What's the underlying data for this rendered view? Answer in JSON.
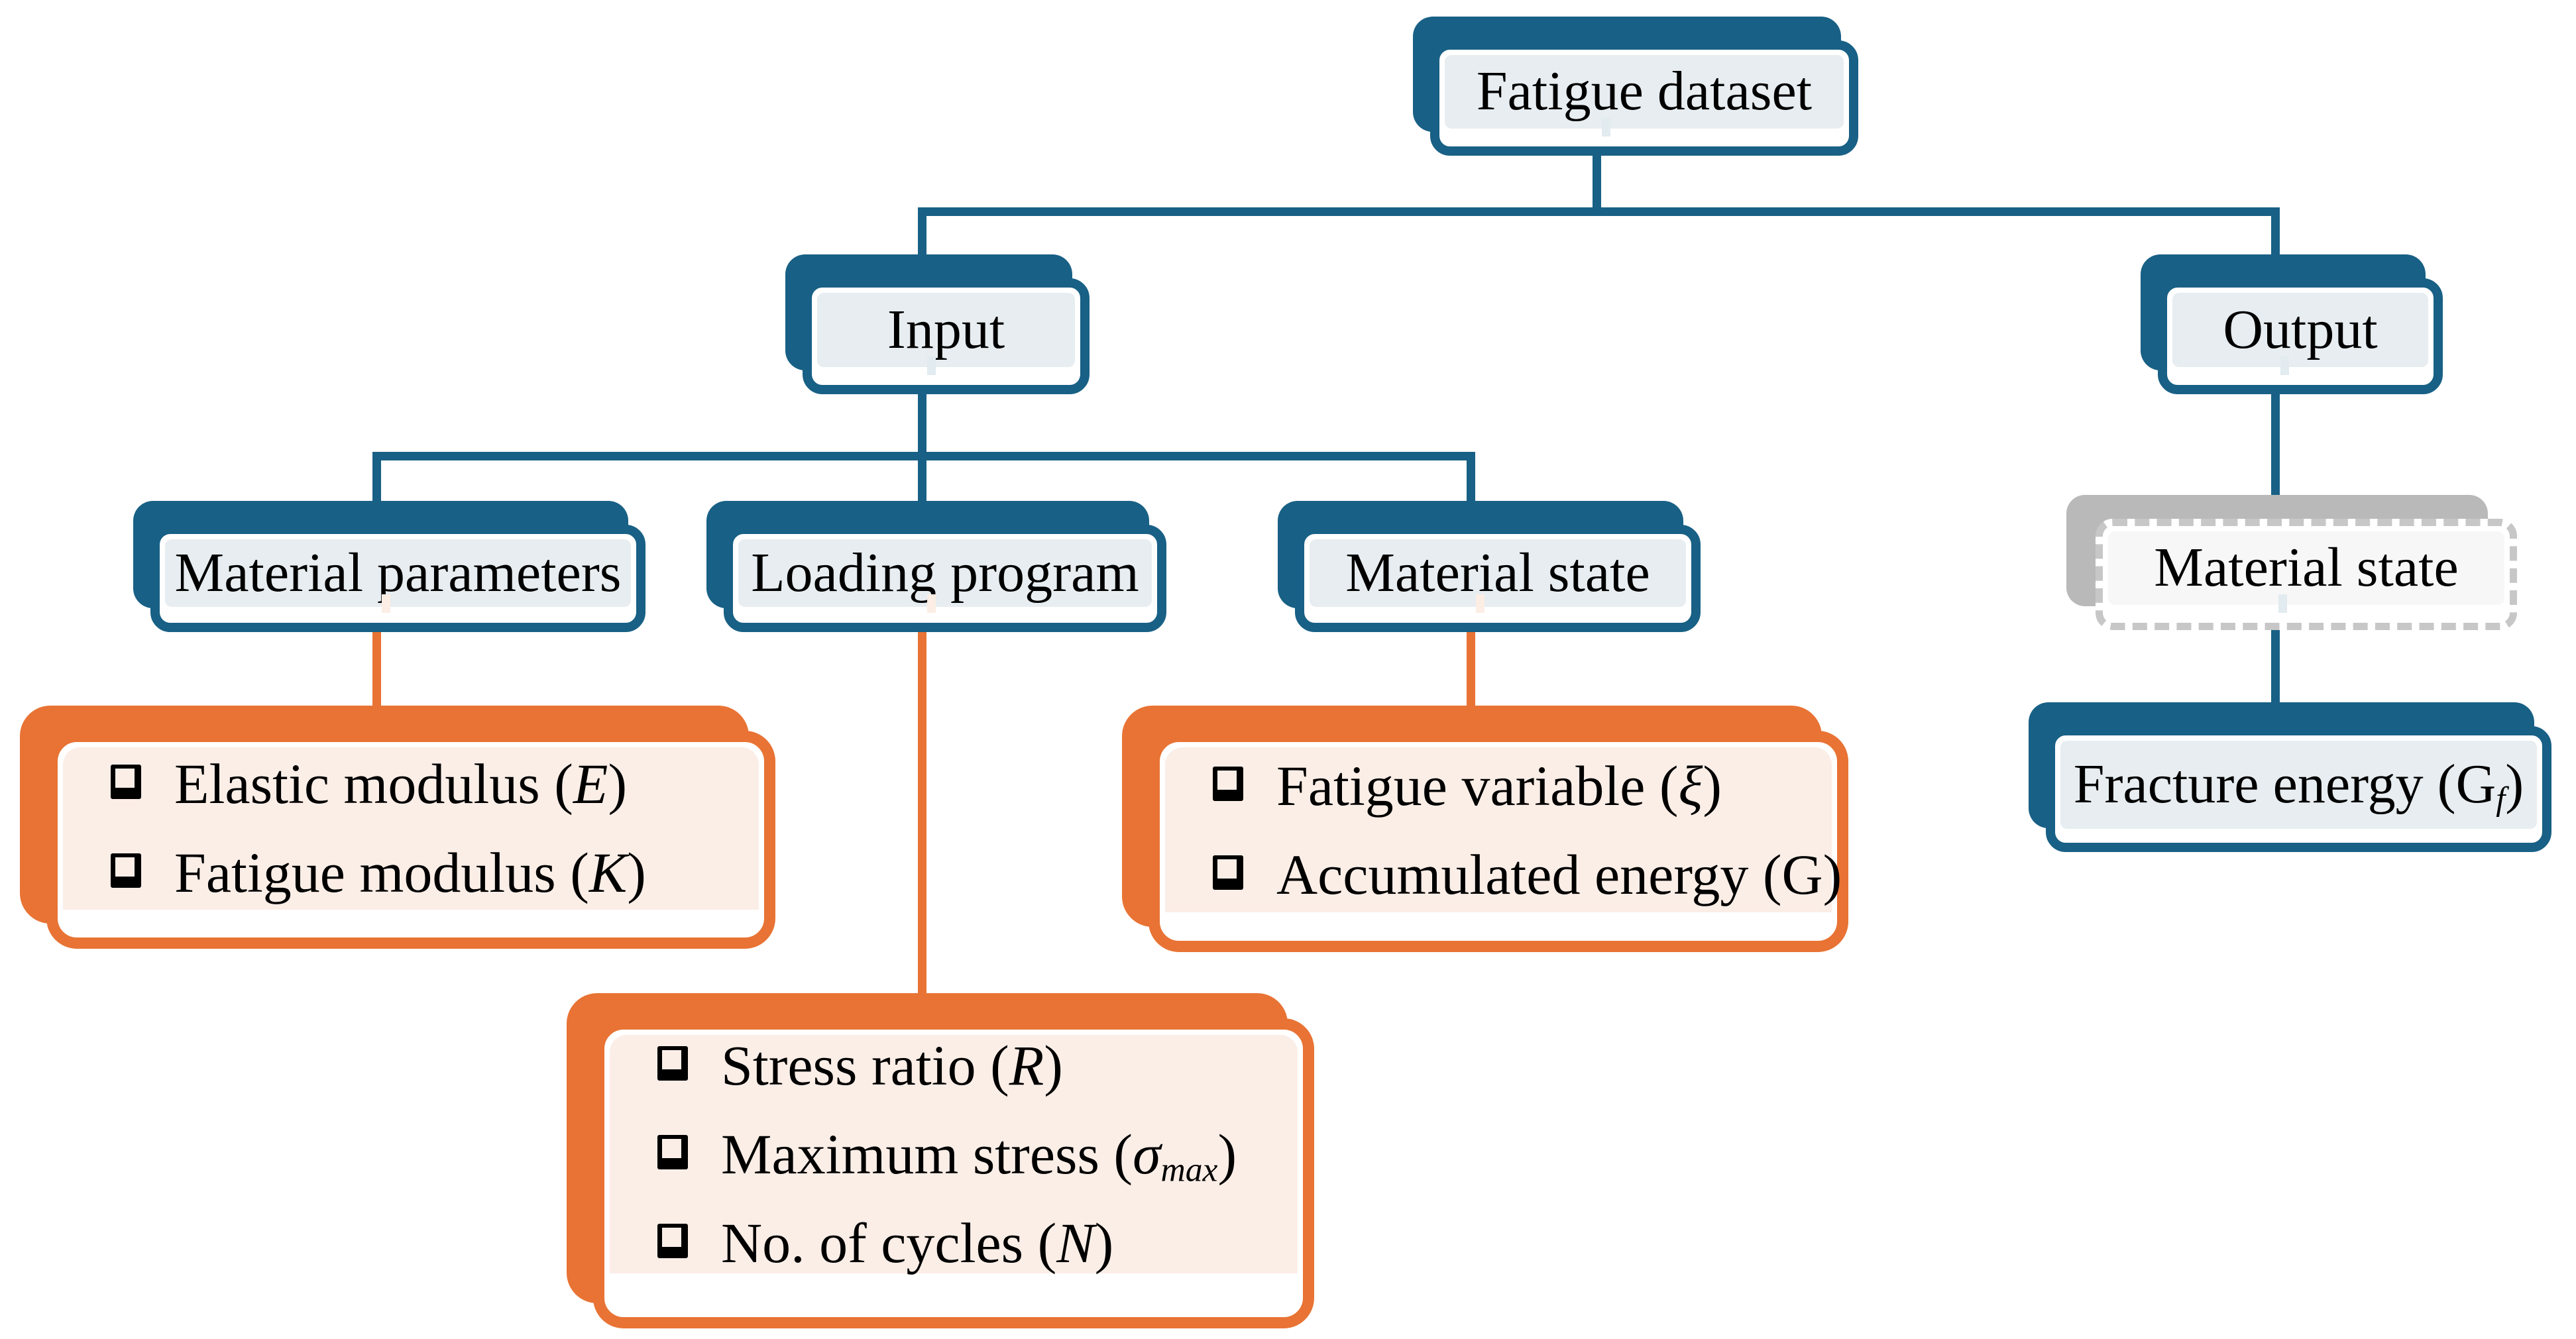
{
  "diagram_title": "Fatigue dataset flowchart",
  "colors": {
    "teal": "#186085",
    "teal_fill": "#E7EDF0",
    "orange": "#E87334",
    "orange_fill": "#FBEEE7",
    "gray_shadow": "#B9B9B9",
    "gray_dash": "#C7C7C7",
    "ghost_fill": "#F7F7F7",
    "text": "#000000"
  },
  "nodes": {
    "root": {
      "label": "Fatigue dataset"
    },
    "input": {
      "label": "Input"
    },
    "output": {
      "label": "Output"
    },
    "material_parameters": {
      "label": "Material parameters"
    },
    "loading_program": {
      "label": "Loading program"
    },
    "material_state_input": {
      "label": "Material state"
    },
    "material_state_output": {
      "label": "Material state"
    },
    "fracture_energy": {
      "pre": "Fracture energy (G",
      "sub": "f",
      "post": ")"
    }
  },
  "lists": {
    "material_parameters": [
      {
        "pre": "Elastic modulus (",
        "sym": "E",
        "sub": "",
        "post": ")"
      },
      {
        "pre": "Fatigue modulus (",
        "sym": "K",
        "sub": "",
        "post": ")"
      }
    ],
    "material_state": [
      {
        "pre": "Fatigue variable (",
        "sym": "ξ",
        "sub": "",
        "post": ")"
      },
      {
        "pre": "Accumulated energy (",
        "sym": "G",
        "sub": "",
        "post": ")"
      }
    ],
    "loading_program": [
      {
        "pre": "Stress ratio (",
        "sym": "R",
        "sub": "",
        "post": ")"
      },
      {
        "pre": "Maximum stress (",
        "sym": "σ",
        "sub": "max",
        "post": ")"
      },
      {
        "pre": "No. of cycles (",
        "sym": "N",
        "sub": "",
        "post": ")"
      }
    ]
  },
  "icons": {
    "bullet": "open-checkbox-bullet"
  }
}
